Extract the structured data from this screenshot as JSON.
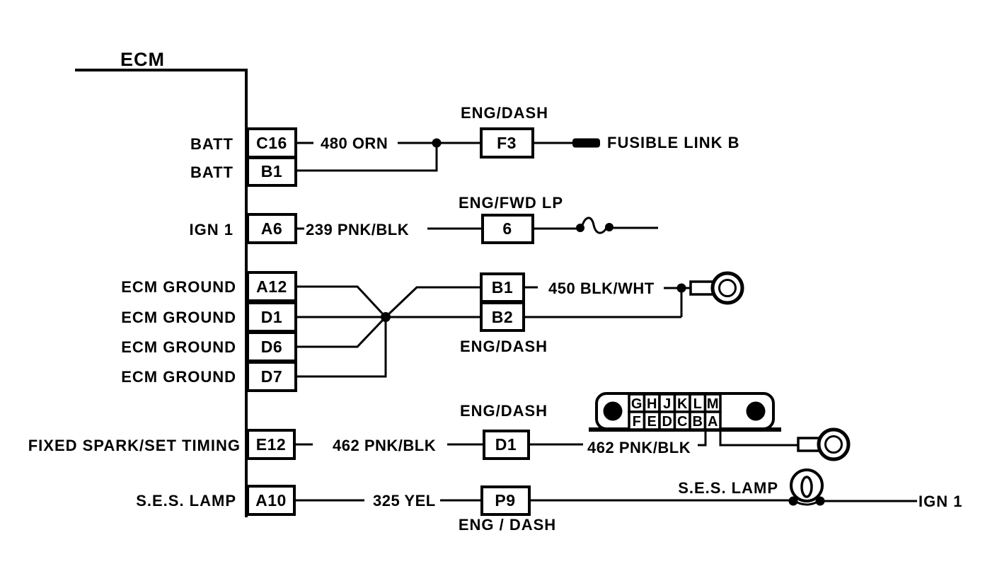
{
  "diagram": {
    "title": "ECM",
    "colors": {
      "ink": "#000000",
      "background": "#ffffff"
    },
    "left_labels": {
      "batt": "BATT",
      "ign1": "IGN 1",
      "ecm_ground": "ECM GROUND",
      "fixed_spark": "FIXED SPARK/SET TIMING",
      "ses_lamp": "S.E.S. LAMP"
    },
    "ecm_pins": {
      "batt1": "C16",
      "batt2": "B1",
      "ign1": "A6",
      "gnd1": "A12",
      "gnd2": "D1",
      "gnd3": "D6",
      "gnd4": "D7",
      "spark": "E12",
      "ses": "A10"
    },
    "connector_pins": {
      "f3": "F3",
      "six": "6",
      "b1": "B1",
      "b2": "B2",
      "d1": "D1",
      "p9": "P9"
    },
    "connector_names": {
      "eng_dash": "ENG/DASH",
      "eng_fwd_lp": "ENG/FWD LP",
      "eng_dash_spaced": "ENG / DASH"
    },
    "wire_labels": {
      "w480": "480 ORN",
      "w239": "239 PNK/BLK",
      "w450": "450 BLK/WHT",
      "w462": "462 PNK/BLK",
      "w325": "325 YEL"
    },
    "right_labels": {
      "fusible_link": "FUSIBLE LINK B",
      "ses_lamp": "S.E.S. LAMP",
      "ign1": "IGN 1"
    },
    "connector_grid": {
      "top": [
        "G",
        "H",
        "J",
        "K",
        "L",
        "M"
      ],
      "bottom": [
        "F",
        "E",
        "D",
        "C",
        "B",
        "A"
      ]
    }
  }
}
